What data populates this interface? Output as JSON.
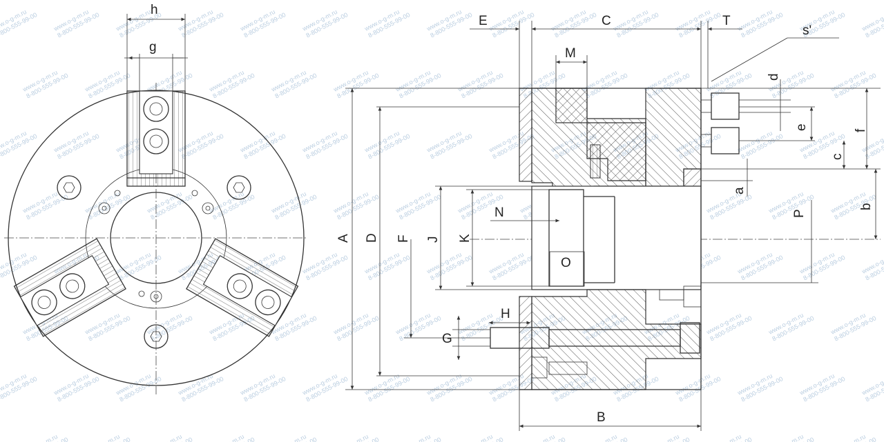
{
  "front_view": {
    "dimension_labels": [
      "h",
      "g"
    ]
  },
  "section_view": {
    "dimension_labels": [
      "E",
      "C",
      "T",
      "s'",
      "M",
      "d",
      "e",
      "f",
      "c",
      "a",
      "b",
      "P",
      "A",
      "D",
      "F",
      "J",
      "K",
      "N",
      "O",
      "H",
      "G",
      "B"
    ]
  },
  "watermark": {
    "site": "www.o-g-m.ru",
    "phone": "8-800-555-99-00"
  }
}
